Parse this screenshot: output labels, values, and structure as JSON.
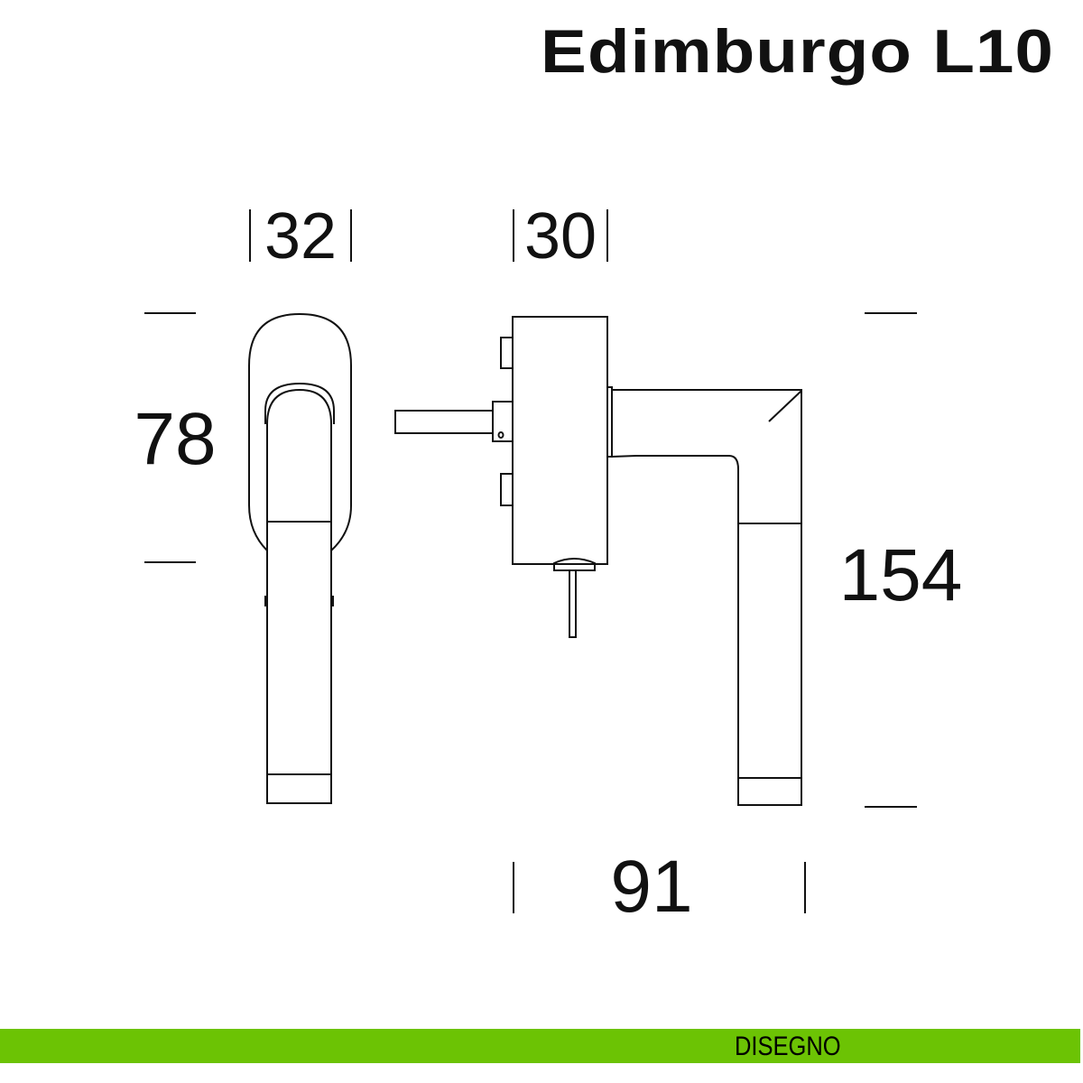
{
  "title": "Edimburgo L10",
  "dimensions": {
    "rosette_width": "32",
    "box_width": "30",
    "rosette_height": "78",
    "total_height": "154",
    "projection": "91"
  },
  "footer": {
    "label": "DISEGNO",
    "color": "#6cc304"
  }
}
